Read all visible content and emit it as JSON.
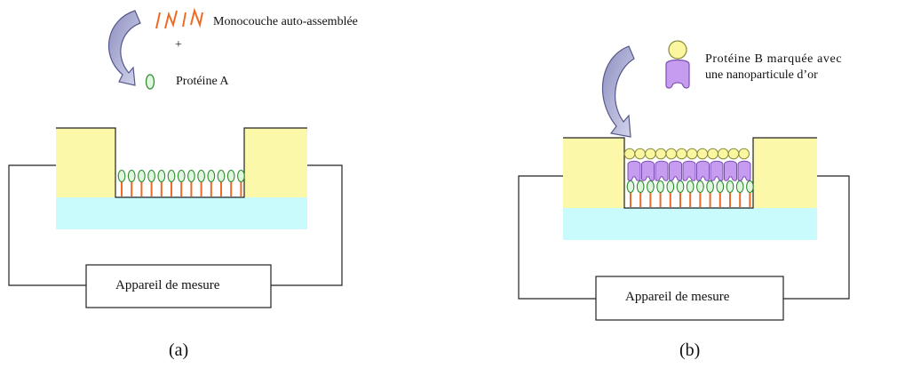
{
  "panel_a": {
    "legend": {
      "sam_label": "Monocouche auto-assemblée",
      "plus": "+",
      "protein_label": "Protéine A"
    },
    "device_label": "Appareil de mesure",
    "caption": "(a)"
  },
  "panel_b": {
    "legend": {
      "protein_label_line1": "Protéine B marquée avec",
      "protein_label_line2": "une nanoparticule d’or"
    },
    "device_label": "Appareil de mesure",
    "caption": "(b)"
  },
  "colors": {
    "electrode": "#fbf8aa",
    "substrate": "#c9fbfd",
    "sam_chain": "#ef6a24",
    "protein_a_fill": "#dff7df",
    "protein_a_stroke": "#2c8a2c",
    "protein_b_fill": "#c59cf0",
    "protein_b_stroke": "#7a4fb0",
    "nanoparticle_fill": "#fbf7a0",
    "nanoparticle_stroke": "#8a8a3a",
    "arrow_fill": "#a5a7cf",
    "arrow_stroke": "#55588a"
  },
  "icons": {
    "curved_arrow": "curved-arrow-icon",
    "sam": "sam-chains-icon",
    "protein_a": "protein-a-icon",
    "protein_b": "protein-b-gold-icon"
  }
}
